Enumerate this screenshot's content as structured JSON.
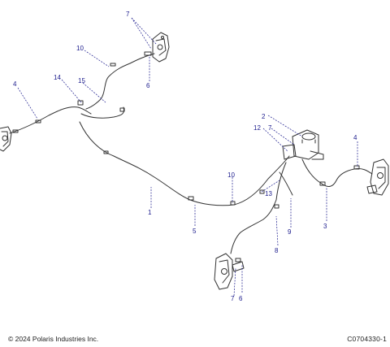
{
  "footer": {
    "copyright": "© 2024 Polaris Industries Inc.",
    "drawing_number": "C0704330-1"
  },
  "callouts": {
    "c7_top": "7",
    "c10_top": "10",
    "c6_top": "6",
    "c4_left": "4",
    "c14": "14",
    "c15": "15",
    "c2": "2",
    "c12": "12",
    "c7_mid": "7",
    "c4_right": "4",
    "c10_mid": "10",
    "c1": "1",
    "c13": "13",
    "c5": "5",
    "c9": "9",
    "c3": "3",
    "c8": "8",
    "c7_bottom": "7",
    "c6_bottom": "6"
  }
}
